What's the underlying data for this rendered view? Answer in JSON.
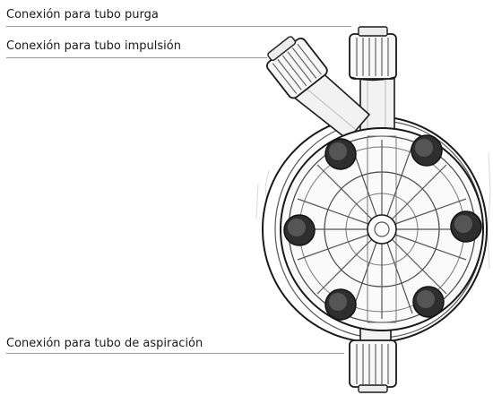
{
  "labels": {
    "purge": "Conexión para tubo purga",
    "discharge": "Conexión para tubo impulsión",
    "suction": "Conexión para tubo de aspiración"
  }
}
